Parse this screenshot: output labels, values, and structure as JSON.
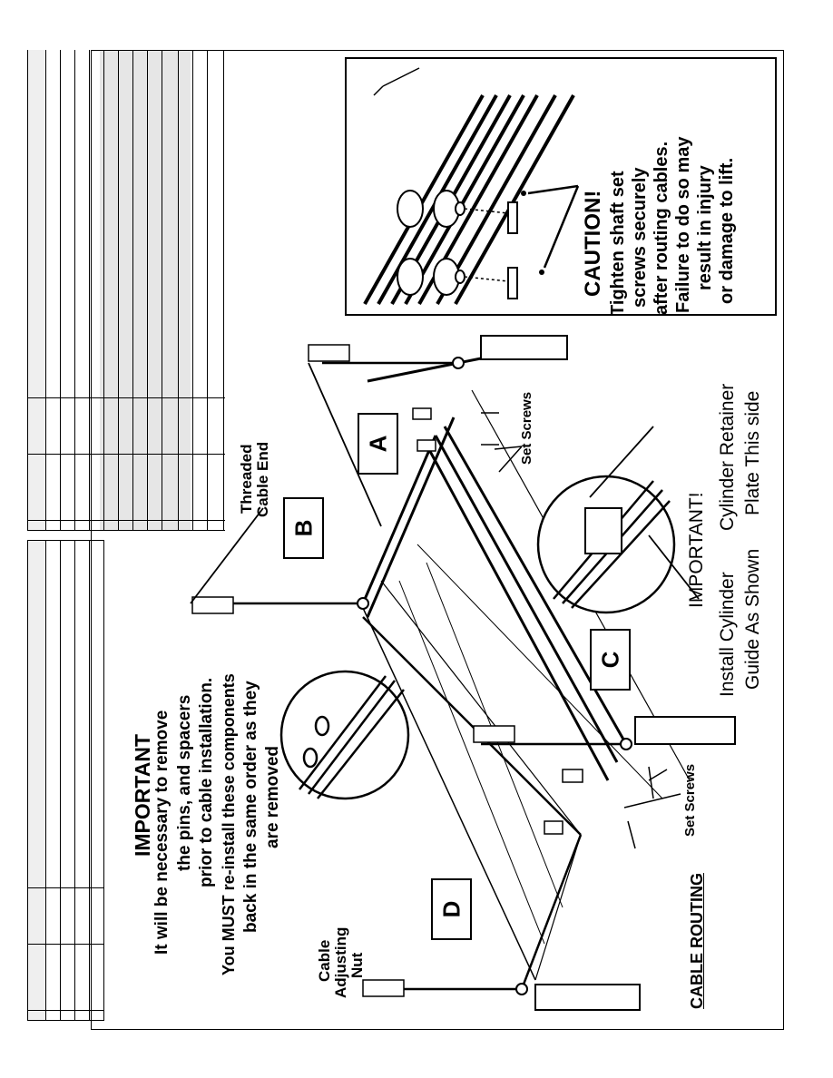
{
  "caution": {
    "title": "CAUTION!",
    "lines": [
      "Tighten shaft set",
      "screws securely",
      "after routing cables.",
      "Failure to do so may",
      "result in injury",
      "or damage to lift."
    ]
  },
  "important_top": {
    "title": "IMPORTANT",
    "lines": [
      "It will be necessary to remove",
      "the pins, and spacers",
      "prior to cable installation.",
      "You MUST re-install these components",
      "back  in the same order as they",
      "are removed"
    ]
  },
  "important_inset": {
    "title": "IMPORTANT!",
    "left_lines": [
      "Install Cylinder",
      "Guide As Shown"
    ],
    "right_lines": [
      "Cylinder Retainer",
      "Plate This side"
    ]
  },
  "labels": {
    "threaded_cable_end": [
      "Threaded",
      "Cable End"
    ],
    "cable_adjusting_nut": [
      "Cable",
      "Adjusting",
      "Nut"
    ],
    "set_screws_1": "Set Screws",
    "set_screws_2": "Set Screws",
    "cable_routing": "CABLE ROUTING"
  },
  "cable_labels": [
    "A",
    "B",
    "C",
    "D"
  ]
}
